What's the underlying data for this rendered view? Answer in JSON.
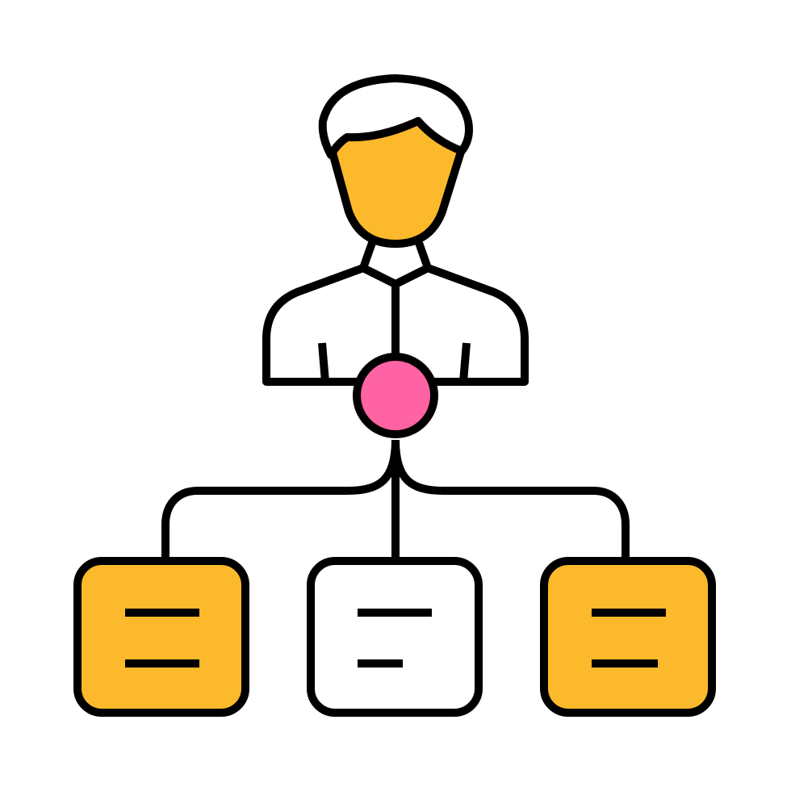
{
  "icon": {
    "name": "person-hierarchy-icon",
    "colors": {
      "outline": "#000000",
      "background": "#ffffff",
      "accent_yellow": "#fdb92c",
      "accent_pink": "#ff63a3",
      "fill_white": "#ffffff"
    },
    "boxes": [
      {
        "name": "left-document-box",
        "fill": "accent_yellow",
        "lines": 2
      },
      {
        "name": "center-document-box",
        "fill": "fill_white",
        "lines": 2
      },
      {
        "name": "right-document-box",
        "fill": "accent_yellow",
        "lines": 2
      }
    ]
  }
}
